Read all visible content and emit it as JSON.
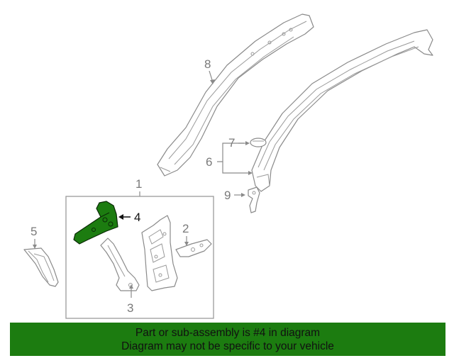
{
  "callouts": {
    "c1": "1",
    "c2": "2",
    "c3": "3",
    "c4": "4",
    "c5": "5",
    "c6": "6",
    "c7": "7",
    "c8": "8",
    "c9": "9"
  },
  "banner": {
    "line1": "Part or sub-assembly is #4 in diagram",
    "line2": "Diagram may not be specific to your vehicle"
  },
  "colors": {
    "highlight": "#1c7c10",
    "banner_bg": "#1c7c10",
    "line": "#8a8a8a"
  }
}
